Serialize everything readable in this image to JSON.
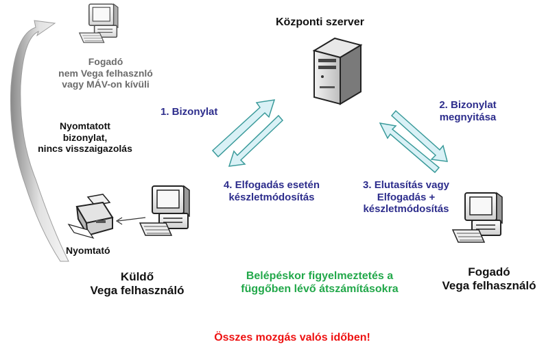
{
  "nodes": {
    "server_title": "Központi szerver",
    "external_receiver": [
      "Fogadó",
      "nem Vega felhasznló",
      "vagy MÁV-on kívüli"
    ],
    "printed_doc": [
      "Nyomtatott",
      "bizonylat,",
      "nincs visszaigazolás"
    ],
    "printer": "Nyomtató",
    "sender": [
      "Küldő",
      "Vega felhasználó"
    ],
    "receiver": [
      "Fogadó",
      "Vega felhasználó"
    ]
  },
  "steps": {
    "step1": "1. Bizonylat",
    "step2": [
      "2.  Bizonylat",
      "megnyitása"
    ],
    "step3": [
      "3. Elutasítás vagy",
      "Elfogadás +",
      "készletmódosítás"
    ],
    "step4": [
      "4. Elfogadás esetén",
      "készletmódosítás"
    ]
  },
  "notes": {
    "login_warning": [
      "Belépéskor figyelmeztetés a",
      "függőben lévő átszámításokra"
    ],
    "realtime": "Összes mozgás valós időben!"
  },
  "colors": {
    "step_text": "#2d2d8c",
    "warning_text": "#22a84a",
    "realtime_text": "#ee1111",
    "arrow_fill": "#d9f1f6",
    "arrow_stroke": "#3a9a9a"
  }
}
